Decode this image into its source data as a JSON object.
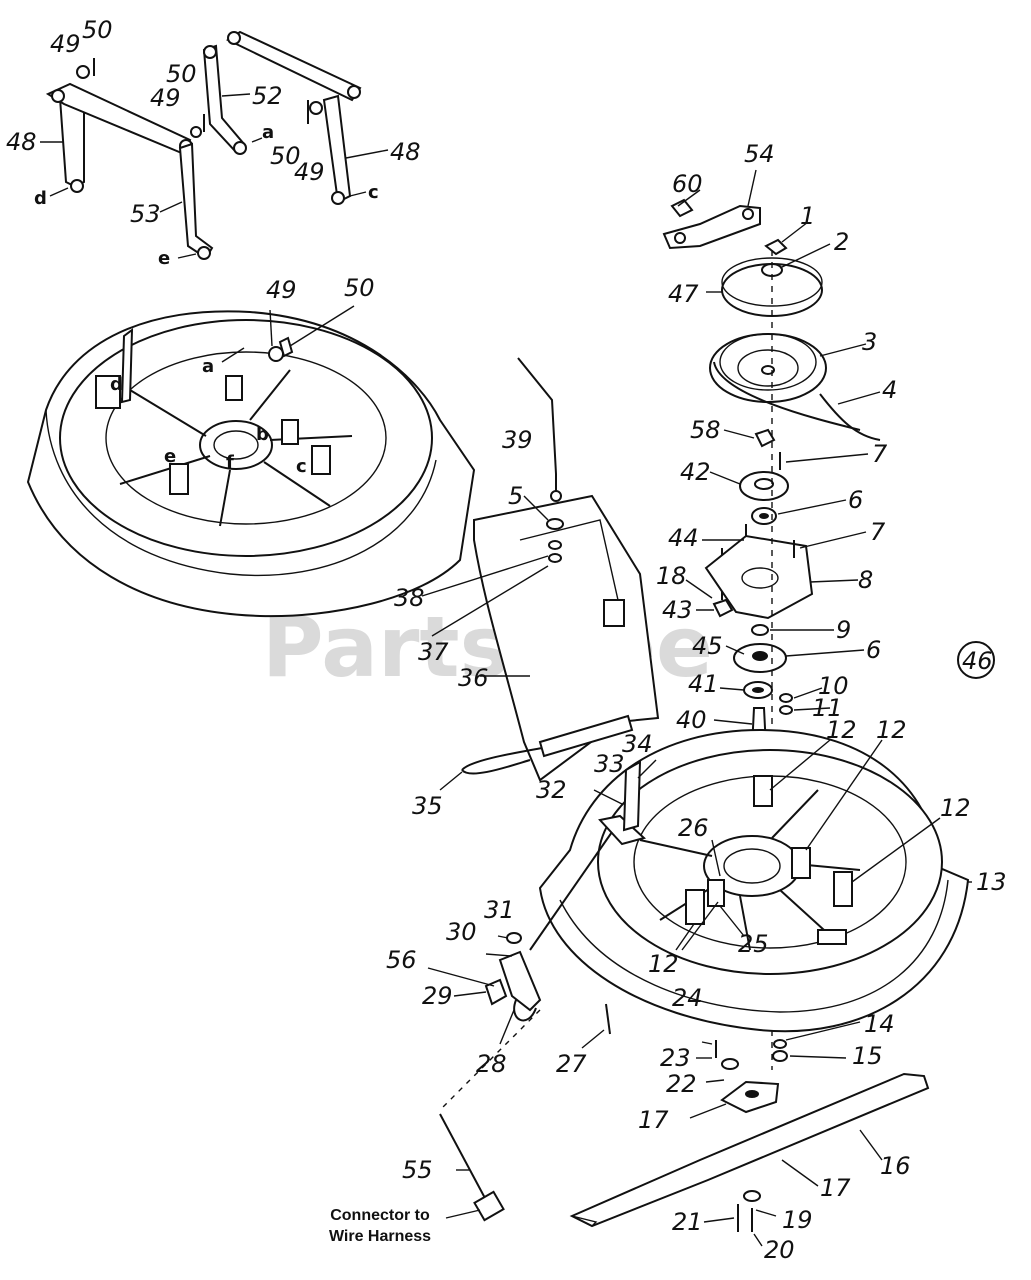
{
  "watermark": "PartsTree",
  "diagram_number": "46",
  "note": {
    "line1": "Connector to",
    "line2": "Wire Harness"
  },
  "callouts": {
    "c1": "1",
    "c2": "2",
    "c3": "3",
    "c4": "4",
    "c5": "5",
    "c6a": "6",
    "c6b": "6",
    "c7a": "7",
    "c7b": "7",
    "c8": "8",
    "c9": "9",
    "c10": "10",
    "c11": "11",
    "c12a": "12",
    "c12b": "12",
    "c12c": "12",
    "c12d": "12",
    "c13": "13",
    "c14": "14",
    "c15": "15",
    "c16": "16",
    "c17a": "17",
    "c17b": "17",
    "c18": "18",
    "c19": "19",
    "c20": "20",
    "c21": "21",
    "c22": "22",
    "c23": "23",
    "c24": "24",
    "c25": "25",
    "c26": "26",
    "c27": "27",
    "c28": "28",
    "c29": "29",
    "c30": "30",
    "c31": "31",
    "c32": "32",
    "c33": "33",
    "c34": "34",
    "c35": "35",
    "c36": "36",
    "c37": "37",
    "c38": "38",
    "c39": "39",
    "c40": "40",
    "c41": "41",
    "c42": "42",
    "c43": "43",
    "c44": "44",
    "c45": "45",
    "c47": "47",
    "c48a": "48",
    "c48b": "48",
    "c49a": "49",
    "c49b": "49",
    "c49c": "49",
    "c49d": "49",
    "c50a": "50",
    "c50b": "50",
    "c50c": "50",
    "c50d": "50",
    "c52": "52",
    "c53": "53",
    "c54": "54",
    "c55": "55",
    "c56": "56",
    "c58": "58",
    "c60": "60"
  },
  "letters": {
    "a1": "a",
    "c1": "c",
    "d1": "d",
    "e1": "e",
    "a2": "a",
    "b2": "b",
    "c2": "c",
    "d2": "d",
    "e2": "e",
    "f2": "f"
  }
}
